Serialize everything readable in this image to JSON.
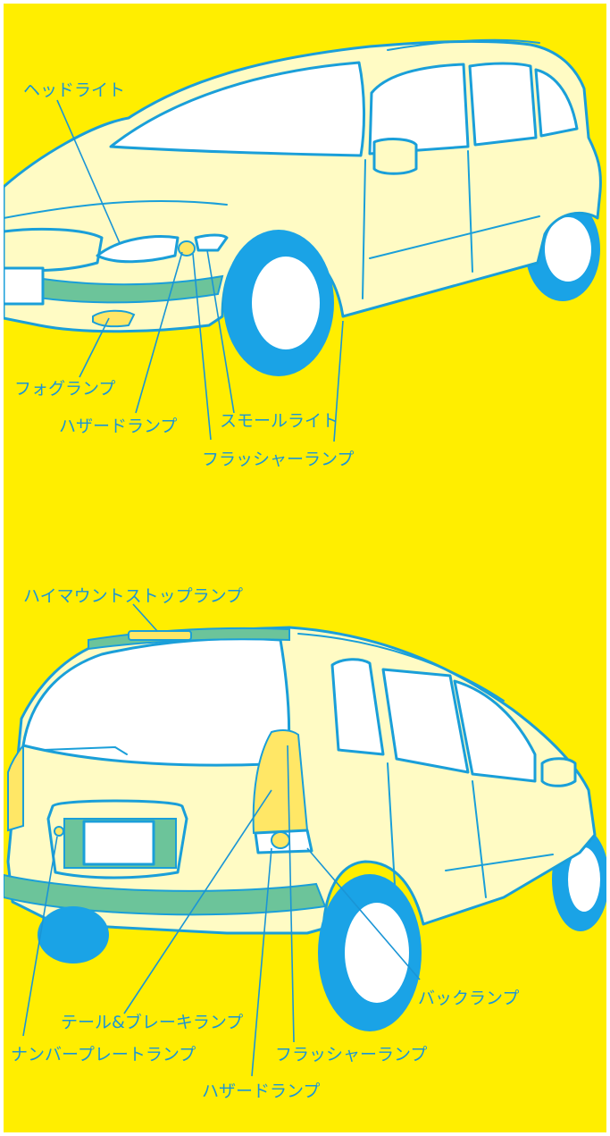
{
  "colors": {
    "background": "#ffee00",
    "car_body": "#fffbc4",
    "outline": "#1a9fd9",
    "tire": "#1aa3e6",
    "trim": "#6cc49a",
    "label": "#1a95d6"
  },
  "front_view": {
    "labels": {
      "headlight": "ヘッドライト",
      "fog_lamp": "フォグランプ",
      "hazard_lamp": "ハザードランプ",
      "small_light": "スモールライト",
      "flasher_lamp": "フラッシャーランプ"
    }
  },
  "rear_view": {
    "labels": {
      "high_mount_stop_lamp": "ハイマウントストップランプ",
      "tail_brake_lamp": "テール&ブレーキランプ",
      "back_lamp": "バックランプ",
      "license_plate_lamp": "ナンバープレートランプ",
      "flasher_lamp": "フラッシャーランプ",
      "hazard_lamp": "ハザードランプ"
    }
  }
}
